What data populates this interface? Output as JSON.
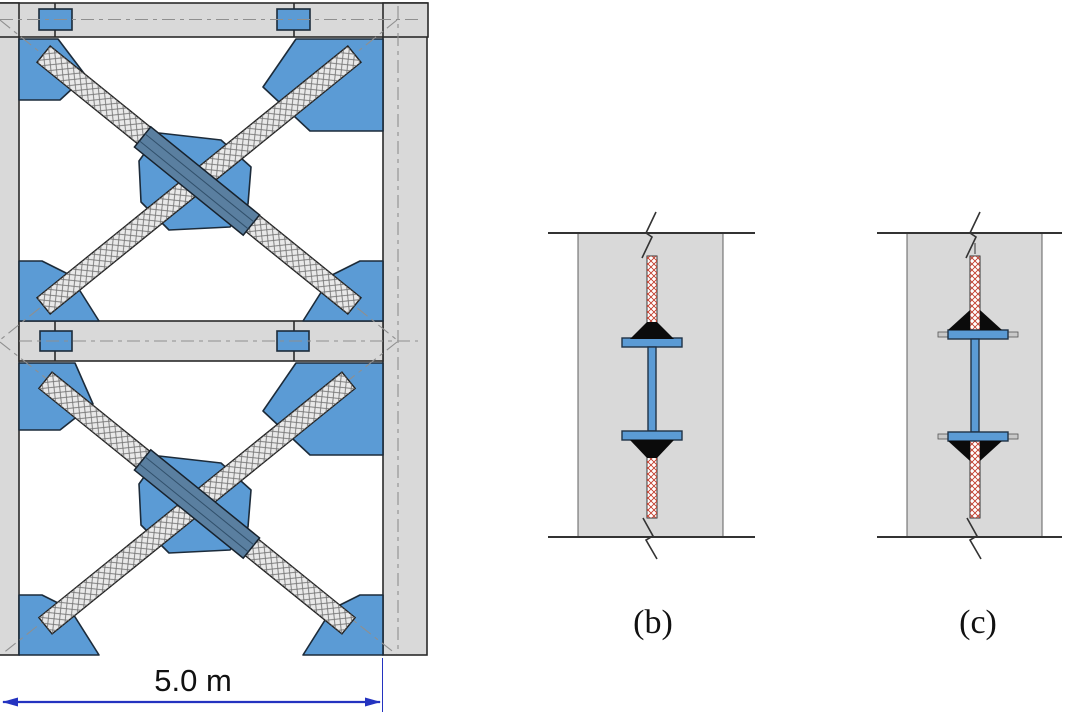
{
  "texts": {
    "dimension": "5.0 m",
    "label_b": "(b)",
    "label_c": "(c)"
  },
  "colors": {
    "member_fill": "#d9d9d9",
    "outline": "#2a2a2a",
    "gusset_blue": "#5b9bd5",
    "splice_band": "#5a7fa0",
    "splice_band_line": "#31506b",
    "brace_fill": "#e9e9e9",
    "brace_hatch": "#757575",
    "centerline": "#8f8f8f",
    "weld": "#0b0b0b",
    "plate_hatch_red": "#c23b2a",
    "section_blue": "#5b9bd5",
    "wall_fill": "#d9d9d9",
    "dimension_blue": "#2433c0",
    "text_dark": "#111111"
  }
}
